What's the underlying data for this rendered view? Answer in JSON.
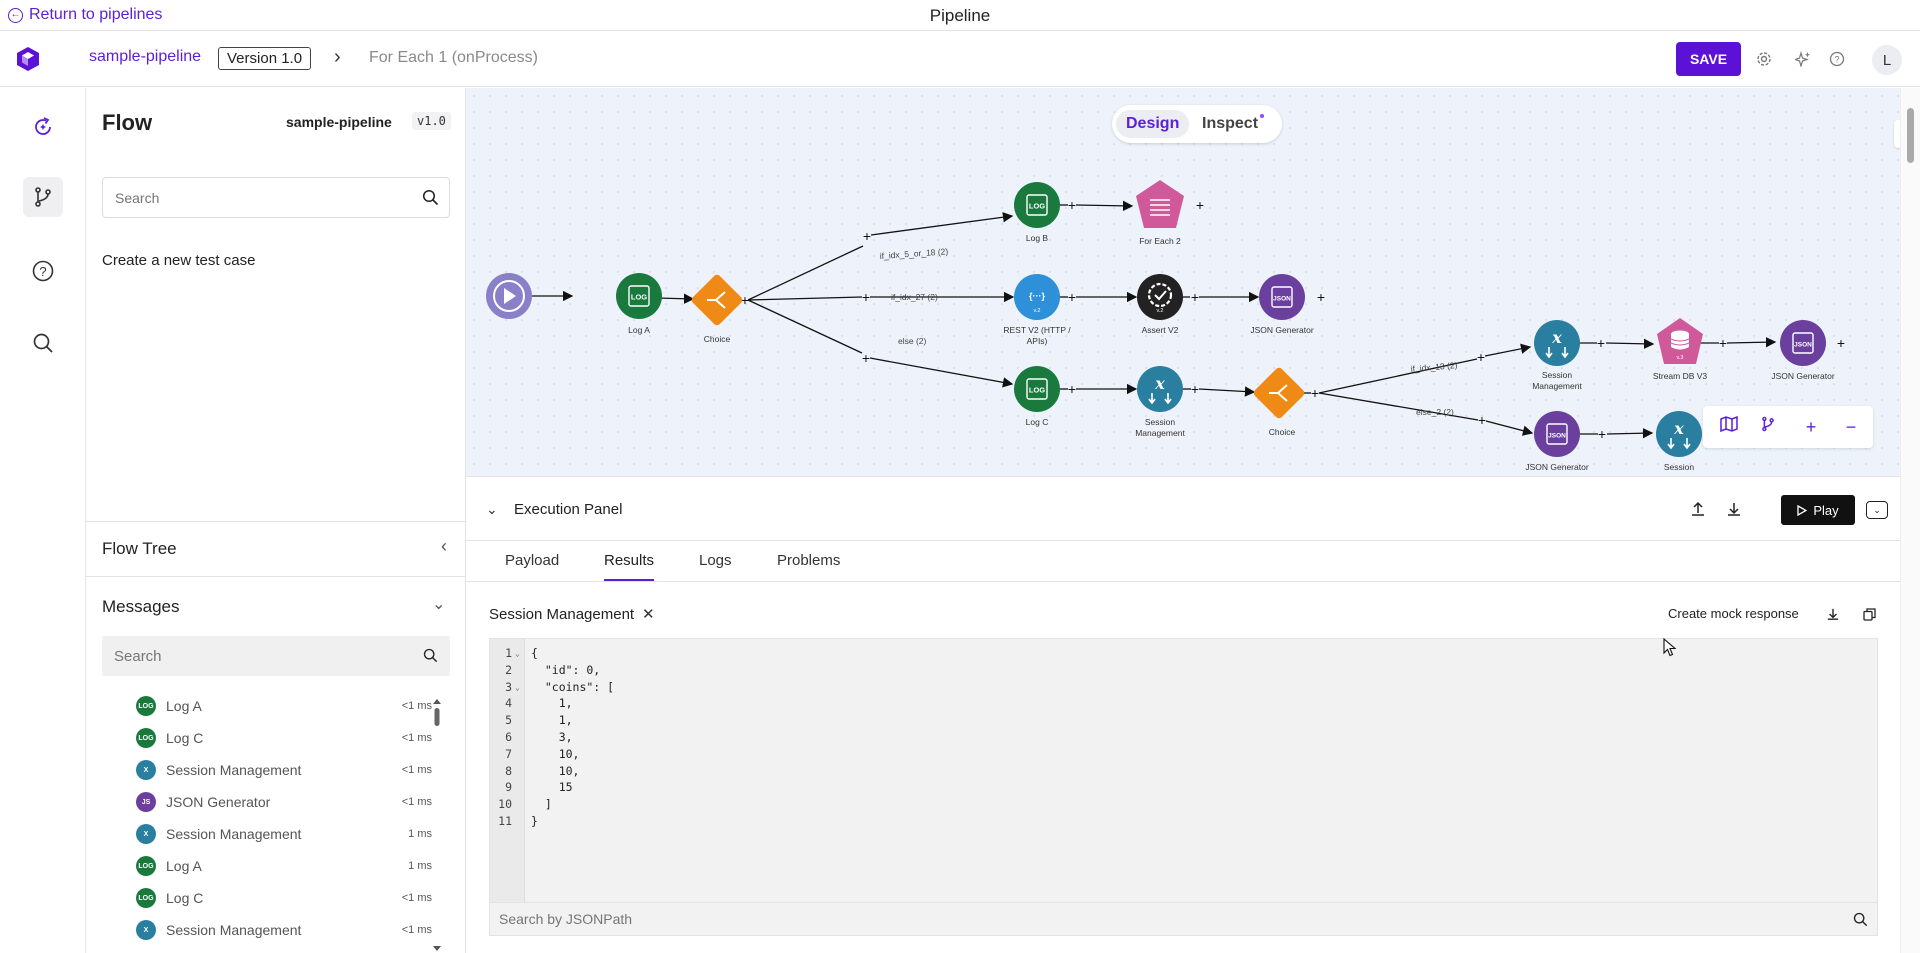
{
  "titlebar": {
    "return_label": "Return to pipelines",
    "title": "Pipeline"
  },
  "header": {
    "pipeline_name": "sample-pipeline",
    "version": "Version 1.0",
    "breadcrumb": "For Each 1 (onProcess)",
    "save_label": "SAVE",
    "avatar": "L",
    "icons": [
      "settings-icon",
      "sparkle-icon",
      "help-icon"
    ]
  },
  "rail": {
    "items": [
      "refresh-icon",
      "branch-icon",
      "help-icon",
      "search-icon"
    ],
    "active": 1
  },
  "flow": {
    "title": "Flow",
    "pipeline": "sample-pipeline",
    "version": "v1.0",
    "search_placeholder": "Search",
    "new_test": "Create a new test case",
    "flow_tree": "Flow Tree",
    "messages_title": "Messages",
    "messages_search_placeholder": "Search",
    "messages": [
      {
        "name": "Log A",
        "time": "<1 ms",
        "color": "#1a7a3e",
        "glyph": "LOG"
      },
      {
        "name": "Log C",
        "time": "<1 ms",
        "color": "#1a7a3e",
        "glyph": "LOG"
      },
      {
        "name": "Session Management",
        "time": "<1 ms",
        "color": "#2a7fa0",
        "glyph": "X"
      },
      {
        "name": "JSON Generator",
        "time": "<1 ms",
        "color": "#6a3f9e",
        "glyph": "JS"
      },
      {
        "name": "Session Management",
        "time": "1 ms",
        "color": "#2a7fa0",
        "glyph": "X"
      },
      {
        "name": "Log A",
        "time": "1 ms",
        "color": "#1a7a3e",
        "glyph": "LOG"
      },
      {
        "name": "Log C",
        "time": "<1 ms",
        "color": "#1a7a3e",
        "glyph": "LOG"
      },
      {
        "name": "Session Management",
        "time": "<1 ms",
        "color": "#2a7fa0",
        "glyph": "X"
      }
    ]
  },
  "canvas": {
    "mode_design": "Design",
    "mode_inspect": "Inspect",
    "nodes": {
      "log_a": "Log A",
      "choice1": "Choice",
      "log_b": "Log B",
      "foreach2": "For Each 2",
      "rest": "REST V2 (HTTP /",
      "rest2": "APIs)",
      "assert": "Assert V2",
      "json1": "JSON Generator",
      "log_c": "Log C",
      "sess1": "Session",
      "sess1b": "Management",
      "choice2": "Choice",
      "sess2": "Session",
      "sess2b": "Management",
      "stream": "Stream DB V3",
      "json2": "JSON Generator",
      "json3": "JSON Generator",
      "sess3": "Session"
    },
    "edges": {
      "e1": "if_idx_5_or_18 (2)",
      "e2": "if_idx_27 (2)",
      "e3": "else (2)",
      "e4": "if_idx_13 (2)",
      "e5": "else_2 (2)"
    },
    "glyphs": {
      "log": "LOG",
      "json": "JSON",
      "rest": "{···}",
      "v2": "v.2",
      "v3": "v.3"
    }
  },
  "execution": {
    "title": "Execution Panel",
    "play_label": "Play",
    "tabs": [
      "Payload",
      "Results",
      "Logs",
      "Problems"
    ],
    "active_tab": "Results",
    "result_name": "Session Management",
    "close_glyph": "✕",
    "mock_label": "Create mock response",
    "code_lines": [
      "{",
      "  \"id\": 0,",
      "  \"coins\": [",
      "    1,",
      "    1,",
      "    3,",
      "    10,",
      "    10,",
      "    15",
      "  ]",
      "}"
    ],
    "line_numbers": [
      "1",
      "2",
      "3",
      "4",
      "5",
      "6",
      "7",
      "8",
      "9",
      "10",
      "11"
    ],
    "jsonpath_placeholder": "Search by JSONPath"
  }
}
